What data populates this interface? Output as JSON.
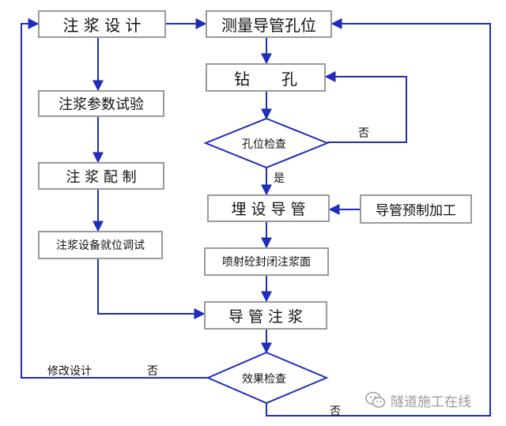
{
  "boxes": {
    "grout_design": "注 浆 设 计",
    "measure_holes": "测量导管孔位",
    "grout_params": "注浆参数试验",
    "drill": "钻　　孔",
    "grout_prep": "注 浆 配 制",
    "bury_pipe": "埋 设 导 管",
    "prefab_pipe": "导管预制加工",
    "equip_setup": "注浆设备就位调试",
    "shotcrete_seal": "喷射砼封闭注浆面",
    "pipe_grouting": "导 管 注 浆"
  },
  "decisions": {
    "hole_check": "孔位检查",
    "effect_check": "效果检查"
  },
  "labels": {
    "no_hole": "否",
    "yes_hole": "是",
    "modify_design": "修改设计",
    "no_effect_left": "否",
    "no_effect_bottom": "否"
  },
  "watermark": {
    "text": "隧道施工在线",
    "icon": "wechat-icon"
  },
  "colors": {
    "line": "#1f2db8",
    "box_border": "#9a9a9a"
  }
}
